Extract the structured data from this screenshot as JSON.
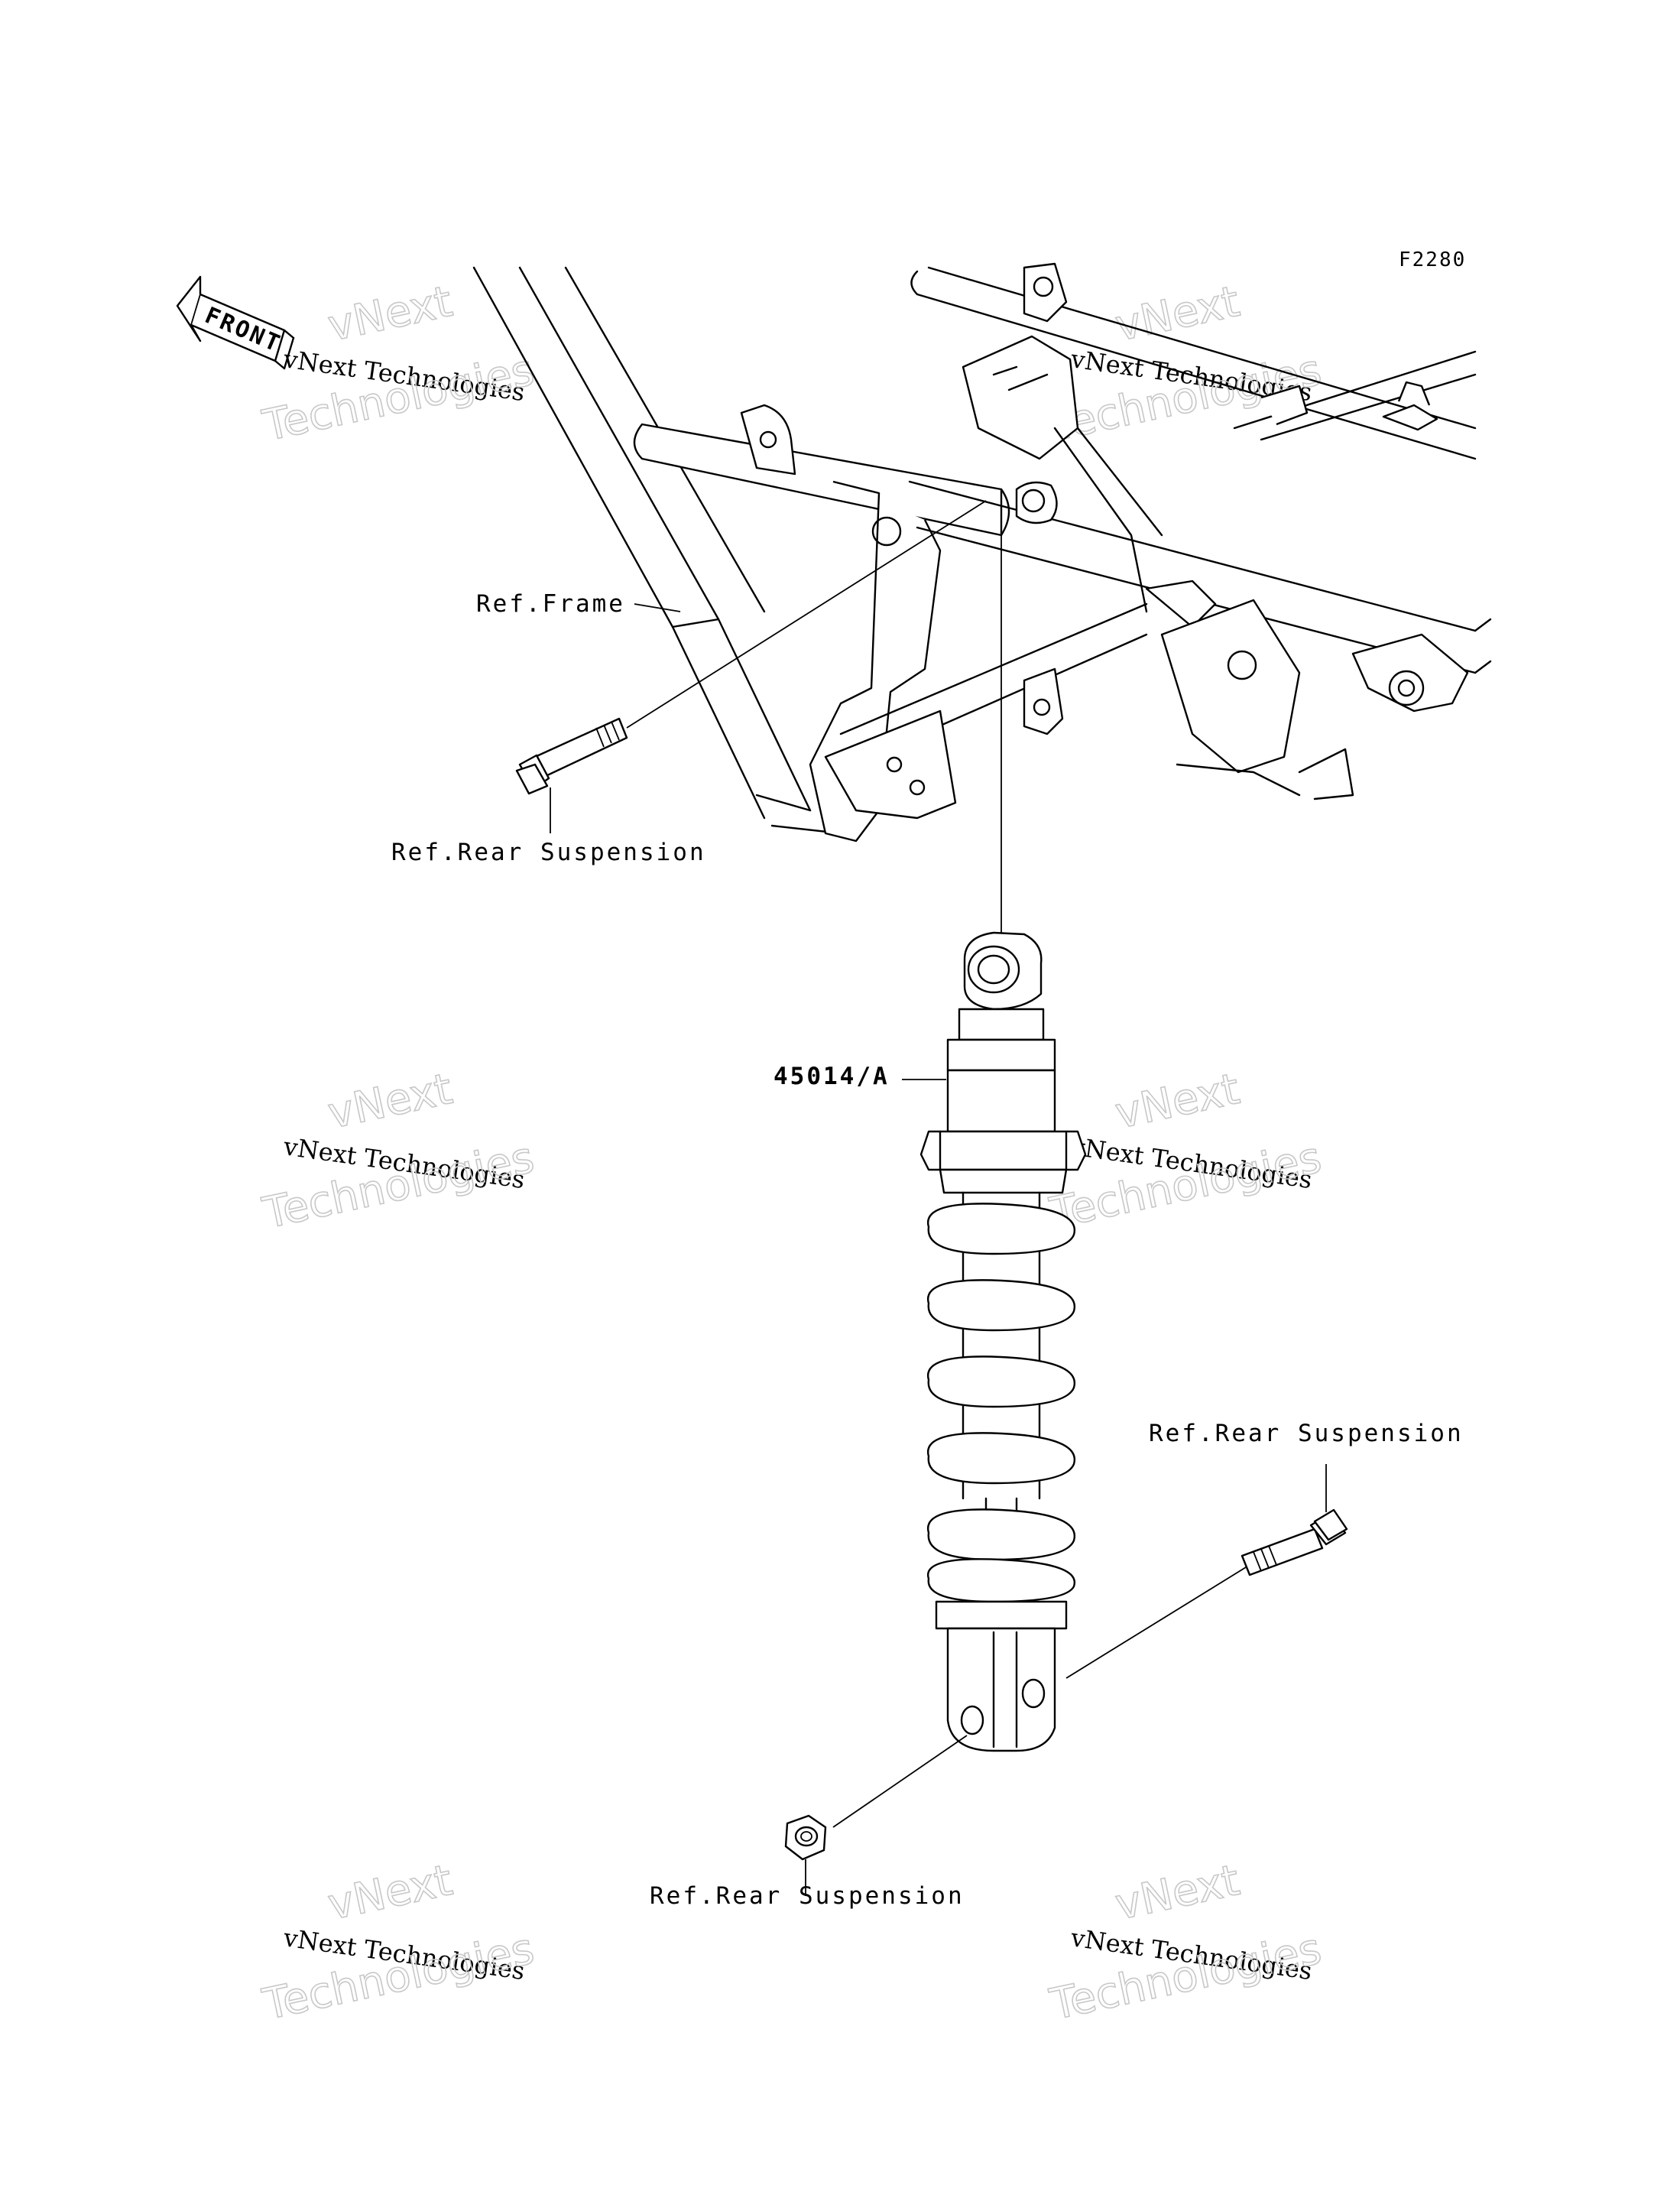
{
  "diagram": {
    "code": "F2280",
    "front_arrow": "FRONT",
    "labels": {
      "frame": "Ref.Frame",
      "rear_susp_top": "Ref.Rear Suspension",
      "shock_part": "45014/A",
      "rear_susp_right": "Ref.Rear Suspension",
      "rear_susp_bottom": "Ref.Rear Suspension"
    },
    "watermark": {
      "line1": "vNext Technologies",
      "line2": "vNext",
      "line3": "Technologies"
    }
  },
  "colors": {
    "line": "#000000",
    "watermark_outline": "#c8c8c8",
    "background": "#ffffff"
  }
}
